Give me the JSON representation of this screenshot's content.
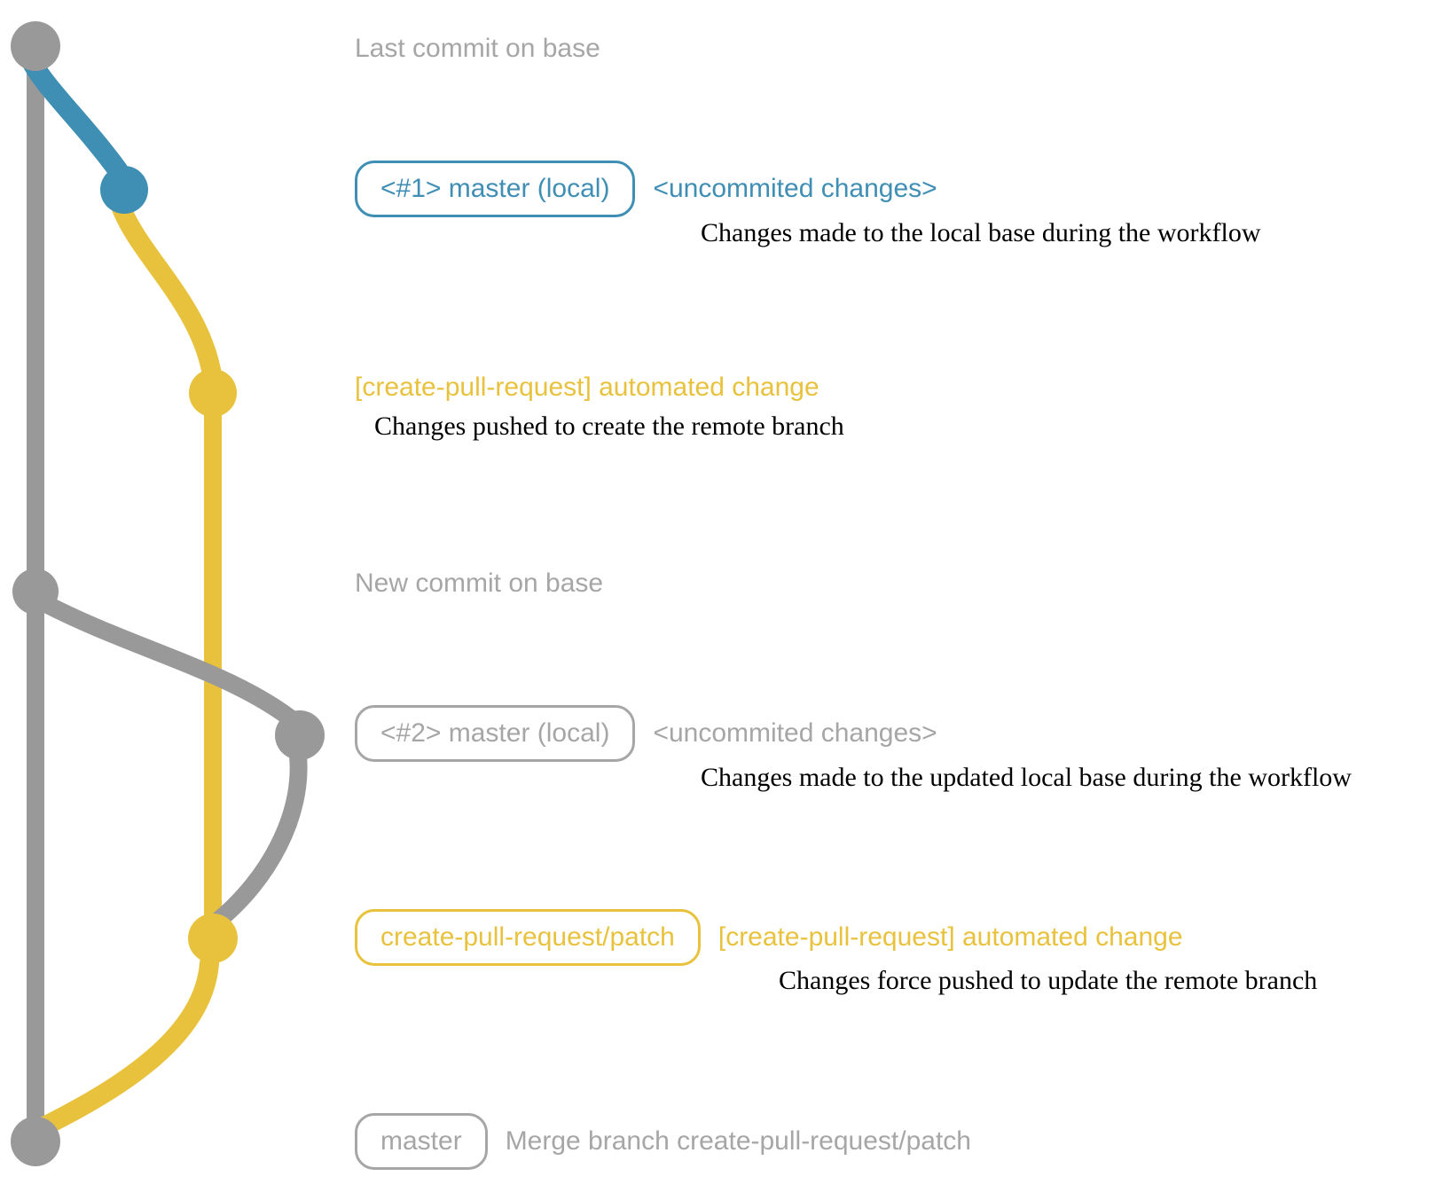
{
  "colors": {
    "gray": "#999999",
    "gray_text": "#a6a6a6",
    "blue": "#3f8eb4",
    "yellow": "#e9c23d",
    "description_text": "#000000"
  },
  "diagram": {
    "type": "git-graph",
    "branches": [
      {
        "name": "base (master)",
        "color": "#999999"
      },
      {
        "name": "master (local)",
        "color": "#3f8eb4"
      },
      {
        "name": "create-pull-request/patch",
        "color": "#e9c23d"
      }
    ]
  },
  "rows": {
    "last_commit_on_base": {
      "text": "Last commit on base"
    },
    "local_commit_1": {
      "badge": "<#1> master (local)",
      "tag": "<uncommited changes>",
      "desc": "Changes made to the local base during the workflow"
    },
    "push_1": {
      "tag": "[create-pull-request] automated change",
      "desc": "Changes pushed to create the remote branch"
    },
    "new_commit_on_base": {
      "text": "New commit on base"
    },
    "local_commit_2": {
      "badge": "<#2> master (local)",
      "tag": "<uncommited changes>",
      "desc": "Changes made to the updated local base during the workflow"
    },
    "force_push": {
      "badge": "create-pull-request/patch",
      "tag": "[create-pull-request] automated change",
      "desc": "Changes force pushed to update the remote branch"
    },
    "merge": {
      "badge": "master",
      "tag": "Merge branch create-pull-request/patch"
    }
  }
}
